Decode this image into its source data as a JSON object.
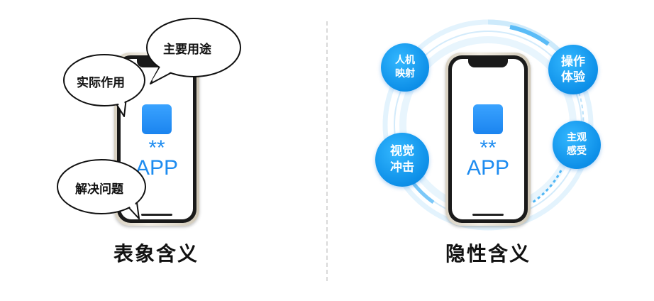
{
  "left": {
    "caption": "表象含义",
    "app_stars": "**",
    "app_label": "APP",
    "bubbles": [
      "主要用途",
      "实际作用",
      "解决问题"
    ]
  },
  "right": {
    "caption": "隐性含义",
    "app_stars": "**",
    "app_label": "APP",
    "circles": [
      "人机\n映射",
      "操作\n体验",
      "视觉\n冲击",
      "主观\n感受"
    ]
  },
  "colors": {
    "accent": "#1e8cf0",
    "circle": "#0d8fe8",
    "ring": "#cfe9fb"
  }
}
